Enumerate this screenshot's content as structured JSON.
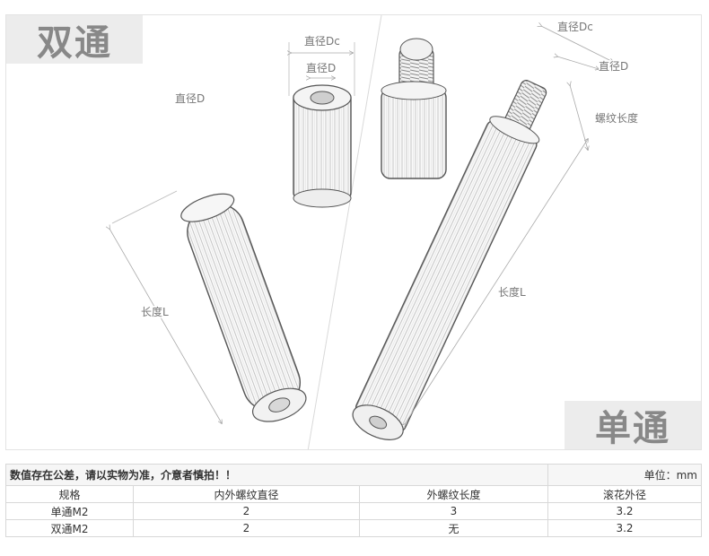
{
  "figure": {
    "label_double": "双通",
    "label_single": "单通",
    "dims": {
      "left_diameter": "直径D",
      "left_length": "长度L",
      "mid_dc": "直径Dc",
      "mid_d": "直径D",
      "right_dc": "直径Dc",
      "right_d": "直径D",
      "right_thread": "螺纹长度",
      "right_length": "长度L"
    }
  },
  "table": {
    "note": "数值存在公差，请以实物为准，介意者慎拍！！",
    "unit": "单位：mm",
    "headers": [
      "规格",
      "内外螺纹直径",
      "外螺纹长度",
      "滚花外径"
    ],
    "rows": [
      [
        "单通M2",
        "2",
        "3",
        "3.2"
      ],
      [
        "双通M2",
        "2",
        "无",
        "3.2"
      ]
    ]
  }
}
